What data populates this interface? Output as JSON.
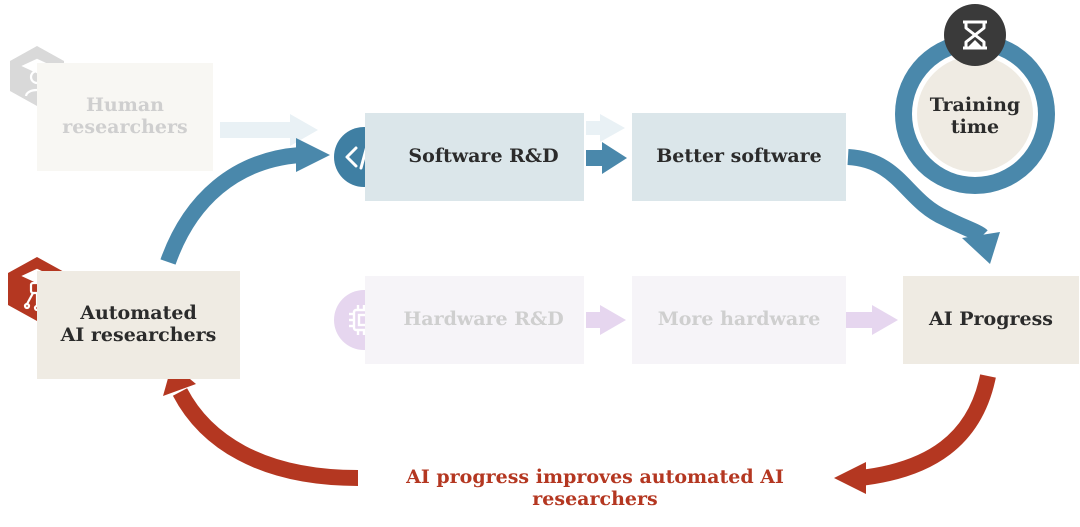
{
  "nodes": {
    "human_researchers": "Human\nresearchers",
    "software_rd": "Software R&D",
    "better_software": "Better software",
    "automated_ai_researchers": "Automated\nAI researchers",
    "hardware_rd": "Hardware R&D",
    "more_hardware": "More hardware",
    "ai_progress": "AI Progress",
    "training_time": "Training\ntime"
  },
  "feedback_label": "AI progress improves automated AI researchers",
  "icons": {
    "human": "graduation-cap-person-icon",
    "software": "code-brackets-icon",
    "hardware": "chip-icon",
    "automated": "graduation-cap-circuit-icon",
    "training": "hourglass-icon"
  },
  "colors": {
    "blue": "#4a88ab",
    "red": "#b43721",
    "faded_purple": "#e6d6ef",
    "faded_blue": "#e9f1f5",
    "grey_hex": "#d9d9d9"
  }
}
